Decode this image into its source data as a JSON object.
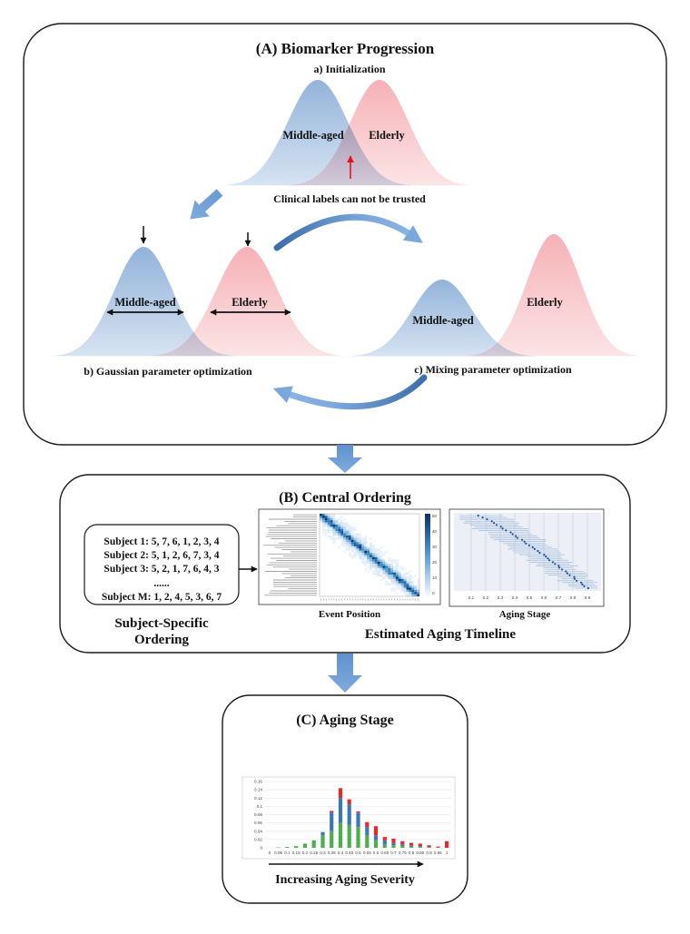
{
  "panel_a": {
    "title": "(A) Biomarker Progression",
    "step_a": "a) Initialization",
    "init_labels": {
      "middle": "Middle-aged",
      "elderly": "Elderly"
    },
    "warning": "Clinical labels can not be trusted",
    "gaussian_labels": {
      "middle": "Middle-aged",
      "elderly": "Elderly"
    },
    "mixing_labels": {
      "middle": "Middle-aged",
      "elderly": "Elderly"
    },
    "step_b": "b) Gaussian parameter optimization",
    "step_c": "c) Mixing parameter optimization"
  },
  "panel_b": {
    "title": "(B) Central Ordering",
    "subjects": [
      "Subject 1: 5, 7, 6, 1, 2, 3, 4",
      "Subject 2: 5, 1, 2, 6, 7, 3, 4",
      "Subject 3: 5, 2, 1, 7, 6, 4, 3",
      "......",
      "Subject M: 1, 2, 4, 5, 3, 6, 7"
    ],
    "subject_caption": [
      "Subject-Specific",
      "Ordering"
    ],
    "heatmap_caption": "Event Position",
    "heatmap_colorbar_ticks": [
      "50",
      "40",
      "30",
      "20",
      "10",
      "0"
    ],
    "timeline_caption": "Aging Stage",
    "timeline_x_ticks": [
      "0.1",
      "0.2",
      "0.3",
      "0.4",
      "0.5",
      "0.6",
      "0.7",
      "0.8",
      "0.9"
    ],
    "caption": "Estimated Aging Timeline"
  },
  "panel_c": {
    "title": "(C) Aging Stage",
    "caption": "Increasing Aging Severity"
  },
  "colors": {
    "middle_aged_fill": "#a8c3e2",
    "elderly_fill": "#f8c4c7",
    "flow_arrow": "#6a9bd2",
    "warning_arrow": "#e8141c"
  },
  "chart_data": {
    "type": "bar",
    "stacked": true,
    "categories": [
      "0",
      "0.05",
      "0.1",
      "0.15",
      "0.2",
      "0.25",
      "0.3",
      "0.35",
      "0.4",
      "0.45",
      "0.5",
      "0.55",
      "0.6",
      "0.65",
      "0.7",
      "0.75",
      "0.8",
      "0.85",
      "0.9",
      "0.95",
      "1"
    ],
    "series": [
      {
        "color": "#4cae4c",
        "values": [
          0,
          0.001,
          0.002,
          0.004,
          0.01,
          0.018,
          0.03,
          0.04,
          0.06,
          0.055,
          0.05,
          0.03,
          0.018,
          0.008,
          0.006,
          0.004,
          0.003,
          0.002,
          0.001,
          0.001,
          0
        ]
      },
      {
        "color": "#3d78b5",
        "values": [
          0,
          0,
          0,
          0,
          0,
          0,
          0.008,
          0.045,
          0.06,
          0.05,
          0.035,
          0.02,
          0.012,
          0.01,
          0.006,
          0.004,
          0.003,
          0.002,
          0.001,
          0,
          0
        ]
      },
      {
        "color": "#e42a2a",
        "values": [
          0,
          0,
          0,
          0,
          0,
          0,
          0,
          0.004,
          0.024,
          0.012,
          0.003,
          0.012,
          0.022,
          0.008,
          0.01,
          0.008,
          0.006,
          0.006,
          0.004,
          0.002,
          0.016
        ]
      }
    ],
    "ylim": [
      0,
      0.16
    ],
    "yticks": [
      "0",
      "0.02",
      "0.04",
      "0.06",
      "0.08",
      "0.1",
      "0.12",
      "0.14",
      "0.16"
    ],
    "grid": true
  }
}
